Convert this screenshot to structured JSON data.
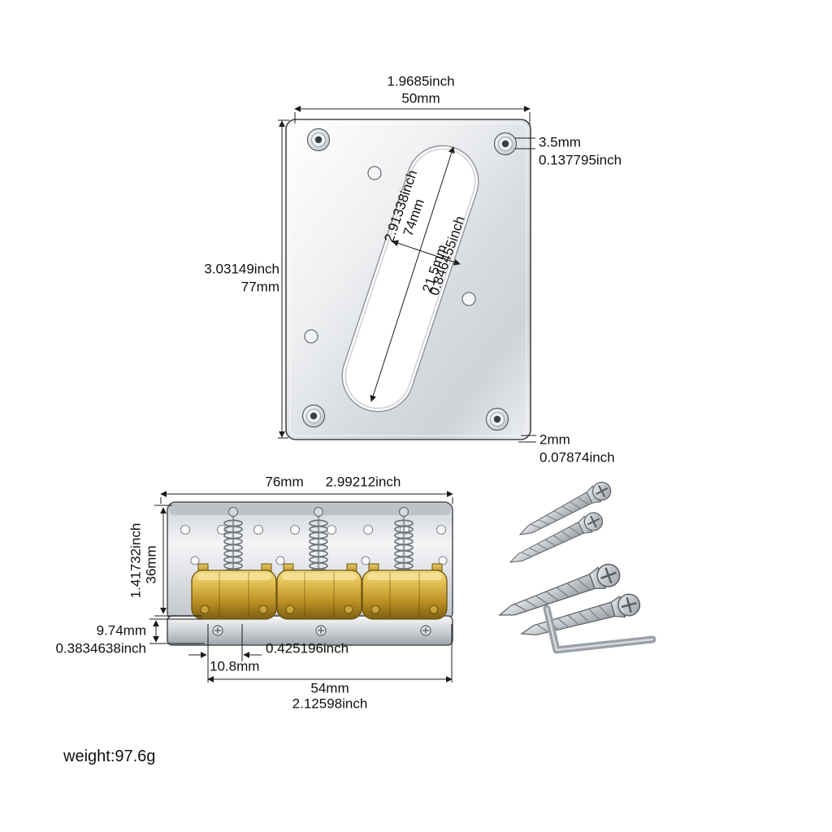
{
  "product": {
    "weight_label": "weight:97.6g"
  },
  "neck_plate": {
    "width_inch": "1.9685inch",
    "width_mm": "50mm",
    "hole_diameter_mm": "3.5mm",
    "hole_diameter_inch": "0.137795inch",
    "height_inch": "3.03149inch",
    "height_mm": "77mm",
    "slot_length_inch": "2.91338inch",
    "slot_length_mm": "74mm",
    "slot_width_inch": "0.846455inch",
    "slot_width_mm": "21.5mm",
    "thickness_mm": "2mm",
    "thickness_inch": "0.07874inch"
  },
  "bridge": {
    "width_mm": "76mm",
    "width_inch": "2.99212inch",
    "height_inch": "1.41732inch",
    "height_mm": "36mm",
    "saddle_height_mm": "9.74mm",
    "saddle_height_inch": "0.3834638inch",
    "saddle_diameter_mm": "10.8mm",
    "saddle_diameter_inch": "0.425196inch",
    "string_spread_mm": "54mm",
    "string_spread_inch": "2.12598inch"
  },
  "colors": {
    "background": "#ffffff",
    "dimension_line": "#1c1c1c",
    "text": "#101010",
    "chrome_light": "#f4f5f7",
    "chrome_dark": "#c7cad0",
    "brass": "#c99a2e"
  }
}
